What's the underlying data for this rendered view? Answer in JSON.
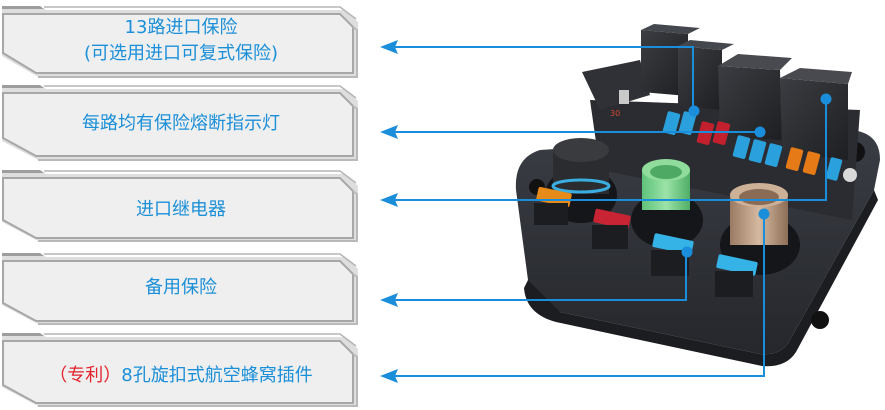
{
  "colors": {
    "accent_blue": "#1b8fd8",
    "highlight_red": "#e2232a",
    "box_fill": "#efeff0",
    "box_border": "#a9a9a9",
    "arrow": "#1a8ddb"
  },
  "callouts": [
    {
      "line1": "13路进口保险",
      "line2": "(可选用进口可复式保险)"
    },
    {
      "line1": "每路均有保险熔断指示灯"
    },
    {
      "line1": "进口继电器"
    },
    {
      "line1": "备用保险"
    },
    {
      "prefix_red": "（专利）",
      "line1": "8孔旋扣式航空蜂窝插件"
    }
  ],
  "product": {
    "name": "fuse-relay-box",
    "marking": "30"
  }
}
